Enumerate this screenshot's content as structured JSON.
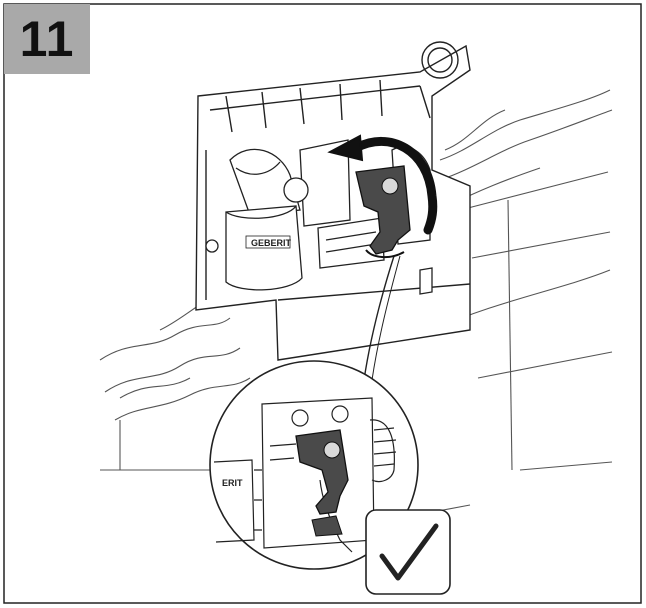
{
  "step": {
    "number": "11"
  },
  "illustration": {
    "brand_label": "GEBERIT",
    "detail_brand_label": "ERIT",
    "check_mark": "✓",
    "colors": {
      "line": "#222222",
      "badge": "#a9a9a9",
      "lever_fill": "#4a4a4a",
      "lever_highlight": "#d9d9d9",
      "arrow": "#111111",
      "wall_fill": "#ffffff"
    }
  }
}
